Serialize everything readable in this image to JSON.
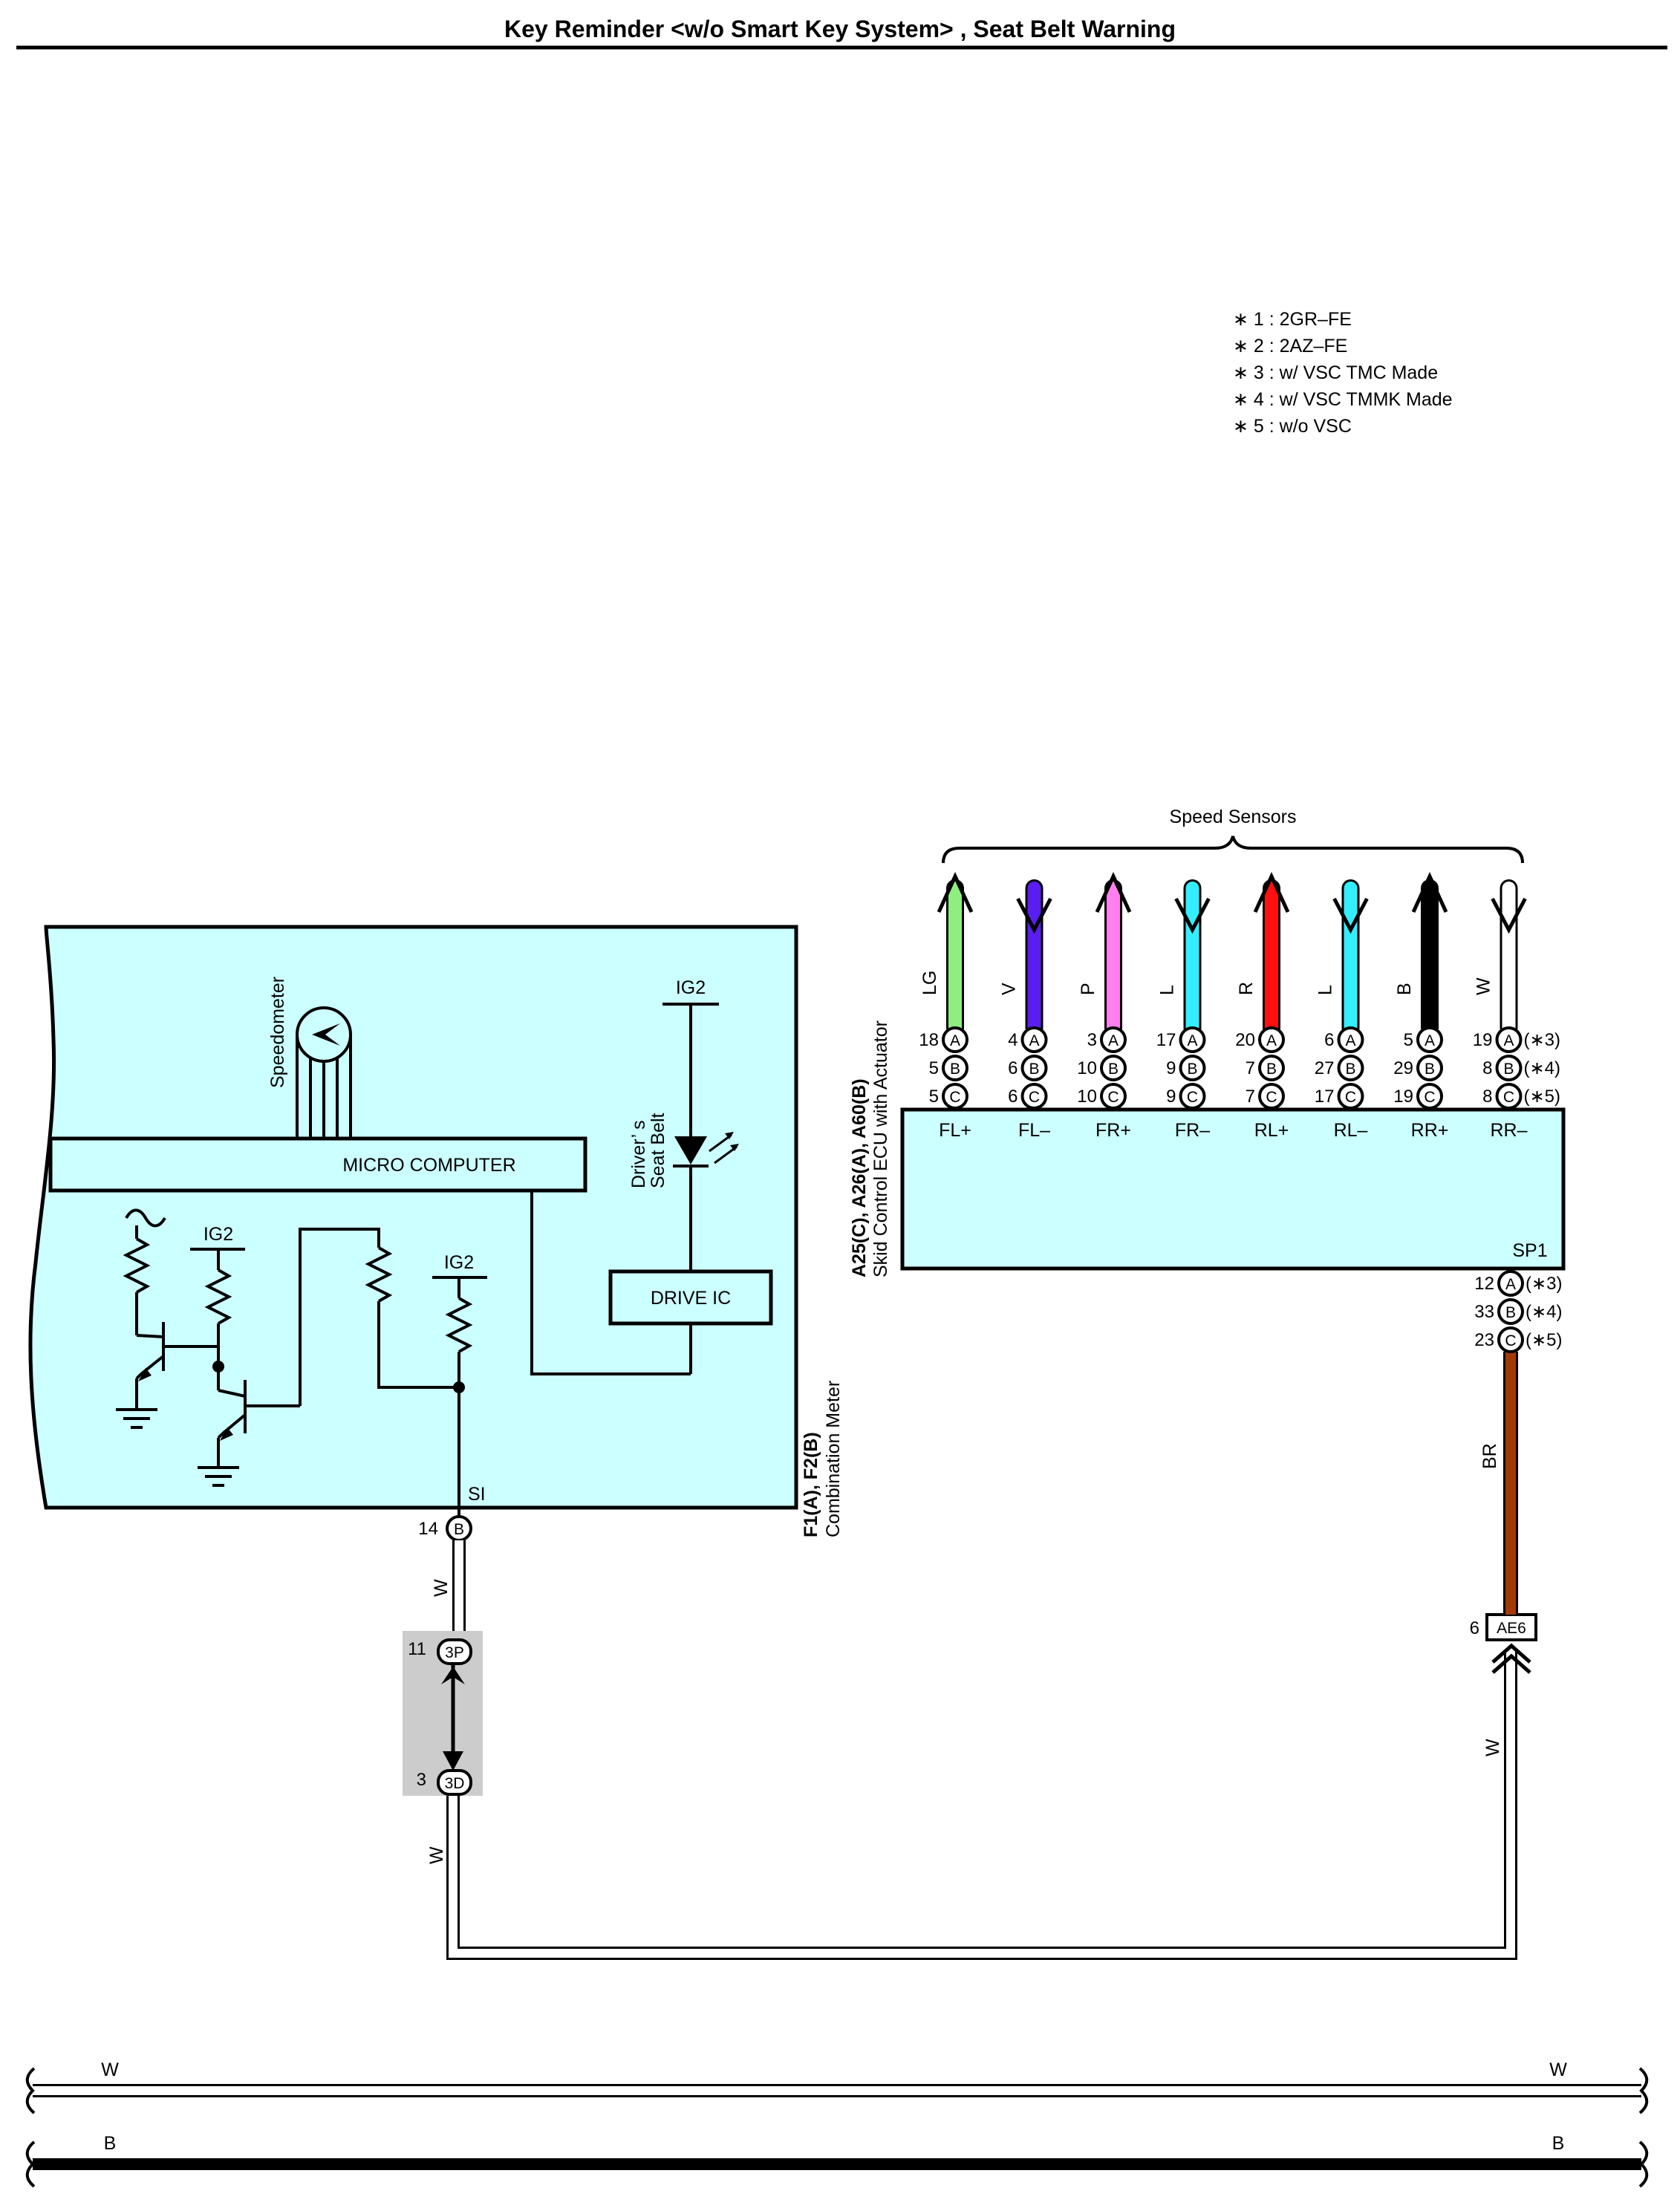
{
  "title": "Key Reminder <w/o Smart Key System> , Seat Belt Warning",
  "notes": [
    "∗ 1 : 2GR–FE",
    "∗ 2 : 2AZ–FE",
    "∗ 3 : w/ VSC TMC Made",
    "∗ 4 : w/ VSC TMMK Made",
    "∗ 5 : w/o VSC"
  ],
  "speed_sensors_label": "Speed Sensors",
  "combination_meter": {
    "connector": "F1(A), F2(B)",
    "name": "Combination Meter",
    "speedometer": "Speedometer",
    "micro_computer": "MICRO COMPUTER",
    "drive_ic": "DRIVE IC",
    "ig2": "IG2",
    "seat_belt_line1": "Driver’ s",
    "seat_belt_line2": "Seat Belt",
    "si": "SI",
    "pin_num": "14",
    "pin_conn": "B"
  },
  "skid_ecu": {
    "connector": "A25(C), A26(A), A60(B)",
    "name": "Skid Control ECU with Actuator",
    "sp1": "SP1",
    "sp1_pins": [
      {
        "num": "12",
        "conn": "A",
        "note": "(∗3)"
      },
      {
        "num": "33",
        "conn": "B",
        "note": "(∗4)"
      },
      {
        "num": "23",
        "conn": "C",
        "note": "(∗5)"
      }
    ],
    "terminals": [
      {
        "name": "FL+",
        "wire": "LG",
        "color": "#90ee80",
        "arrow": "up",
        "pins": [
          "18",
          "5",
          "5"
        ]
      },
      {
        "name": "FL–",
        "wire": "V",
        "color": "#5b1ef0",
        "arrow": "down",
        "pins": [
          "4",
          "6",
          "6"
        ]
      },
      {
        "name": "FR+",
        "wire": "P",
        "color": "#ff80ee",
        "arrow": "up",
        "pins": [
          "3",
          "10",
          "10"
        ]
      },
      {
        "name": "FR–",
        "wire": "L",
        "color": "#33eeff",
        "arrow": "down",
        "pins": [
          "17",
          "9",
          "9"
        ]
      },
      {
        "name": "RL+",
        "wire": "R",
        "color": "#ff1010",
        "arrow": "up",
        "pins": [
          "20",
          "7",
          "7"
        ]
      },
      {
        "name": "RL–",
        "wire": "L",
        "color": "#33eeff",
        "arrow": "down",
        "pins": [
          "6",
          "27",
          "17"
        ]
      },
      {
        "name": "RR+",
        "wire": "B",
        "color": "#000000",
        "arrow": "up",
        "pins": [
          "5",
          "29",
          "19"
        ]
      },
      {
        "name": "RR–",
        "wire": "W",
        "color": "#ffffff",
        "arrow": "down",
        "pins": [
          "19",
          "8",
          "8"
        ]
      }
    ],
    "conn_letters": [
      "A",
      "B",
      "C"
    ],
    "right_notes": [
      "(∗3)",
      "(∗4)",
      "(∗5)"
    ]
  },
  "wires": {
    "meter_top": "W",
    "meter_bottom": "W",
    "ecu_out": "BR",
    "ae6_out": "W",
    "bus_white_left": "W",
    "bus_white_right": "W",
    "bus_black_left": "B",
    "bus_black_right": "B"
  },
  "junctions": {
    "j3p_num": "11",
    "j3p": "3P",
    "j3d_num": "3",
    "j3d": "3D",
    "ae6_num": "6",
    "ae6": "AE6"
  },
  "colors": {
    "component_fill": "#ccffff",
    "brown_wire": "#a33a05",
    "junction_block": "#cccccc"
  }
}
